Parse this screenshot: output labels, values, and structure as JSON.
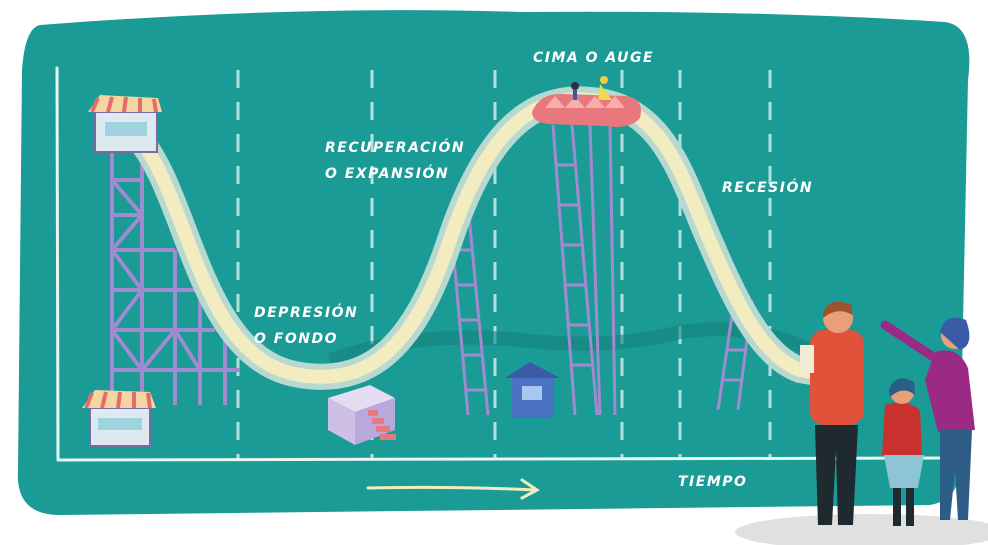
{
  "colors": {
    "board": "#1a9b95",
    "track": "#f3ecc0",
    "track_shade": "#b8d9cf",
    "scaffold": "#a08ad0",
    "cart": "#e8787e",
    "gridline": "#cfeee8"
  },
  "labels": {
    "peak": "CIMA O AUGE",
    "recovery_line1": "RECUPERACIÓN",
    "recovery_line2": "O EXPANSIÓN",
    "trough_line1": "DEPRESIÓN",
    "trough_line2": "O FONDO",
    "recession": "RECESIÓN",
    "time_axis": "TIEMPO"
  },
  "icons": [
    "booth-top-icon",
    "booth-bottom-icon",
    "cart-icon",
    "box-with-stairs-icon",
    "kiosk-icon",
    "arrow-right-icon",
    "family-figures-icon"
  ]
}
